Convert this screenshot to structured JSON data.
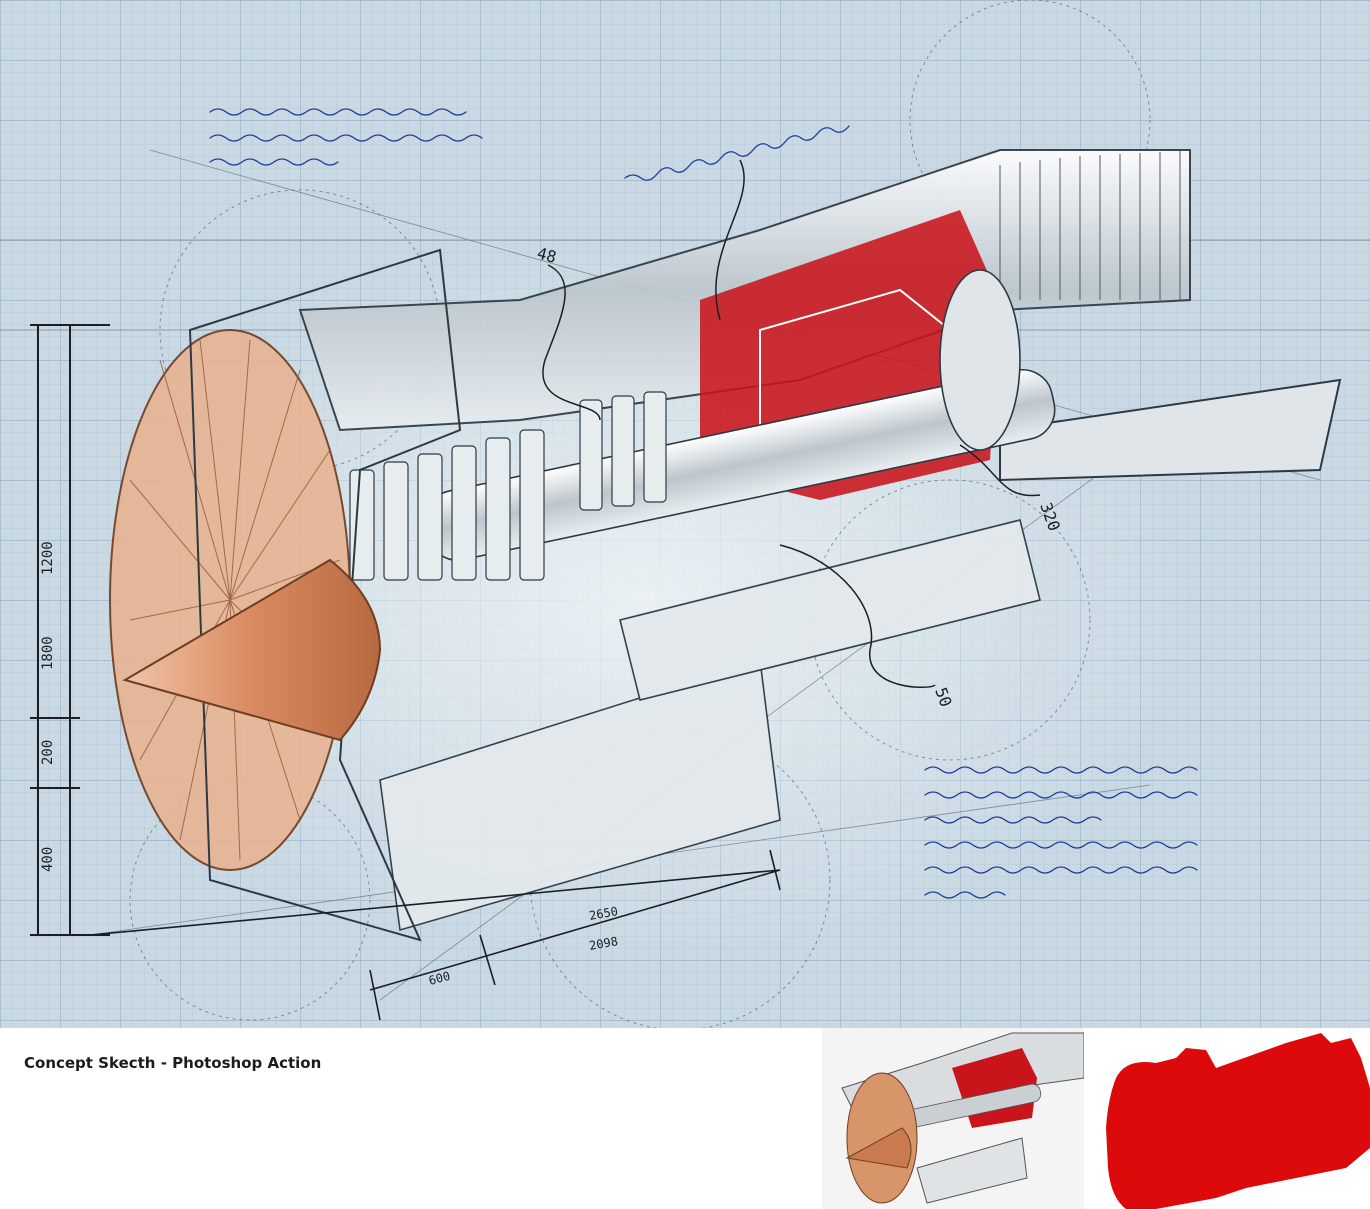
{
  "caption": "Concept Skecth - Photoshop Action",
  "dimension_labels": {
    "d1200": "1200",
    "d1800": "1800",
    "d200": "200",
    "d400": "400",
    "d48": "48",
    "d320": "320",
    "d50": "50",
    "d2650": "2650",
    "d2098": "2098",
    "d600": "600"
  },
  "colors": {
    "paper": "#c9d8e2",
    "grid": "#7f9db5",
    "ink_blue": "#1d3b9c",
    "copper": "#d28a62",
    "red": "#c8141a"
  }
}
